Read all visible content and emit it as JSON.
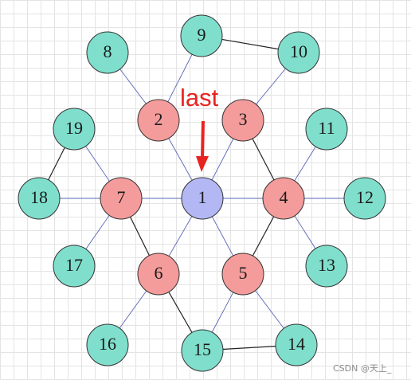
{
  "colors": {
    "center_fill": "#b3b8f5",
    "ring_fill": "#f49b9b",
    "outer_fill": "#7fdfcc",
    "node_stroke": "#333333",
    "blue_edge": "#5a66b8",
    "black_edge": "#222222",
    "annotation": "#e8231f"
  },
  "diagram": {
    "nodes": [
      {
        "id": "1",
        "group": "center"
      },
      {
        "id": "2",
        "group": "ring"
      },
      {
        "id": "3",
        "group": "ring"
      },
      {
        "id": "4",
        "group": "ring"
      },
      {
        "id": "5",
        "group": "ring"
      },
      {
        "id": "6",
        "group": "ring"
      },
      {
        "id": "7",
        "group": "ring"
      },
      {
        "id": "8",
        "group": "outer"
      },
      {
        "id": "9",
        "group": "outer"
      },
      {
        "id": "10",
        "group": "outer"
      },
      {
        "id": "11",
        "group": "outer"
      },
      {
        "id": "12",
        "group": "outer"
      },
      {
        "id": "13",
        "group": "outer"
      },
      {
        "id": "14",
        "group": "outer"
      },
      {
        "id": "15",
        "group": "outer"
      },
      {
        "id": "16",
        "group": "outer"
      },
      {
        "id": "17",
        "group": "outer"
      },
      {
        "id": "18",
        "group": "outer"
      },
      {
        "id": "19",
        "group": "outer"
      }
    ],
    "edges": [
      {
        "from": "1",
        "to": "2",
        "style": "blue"
      },
      {
        "from": "1",
        "to": "3",
        "style": "blue"
      },
      {
        "from": "1",
        "to": "4",
        "style": "blue"
      },
      {
        "from": "1",
        "to": "5",
        "style": "blue"
      },
      {
        "from": "1",
        "to": "6",
        "style": "blue"
      },
      {
        "from": "1",
        "to": "7",
        "style": "blue"
      },
      {
        "from": "2",
        "to": "8",
        "style": "blue"
      },
      {
        "from": "2",
        "to": "9",
        "style": "blue"
      },
      {
        "from": "3",
        "to": "10",
        "style": "blue"
      },
      {
        "from": "4",
        "to": "11",
        "style": "blue"
      },
      {
        "from": "4",
        "to": "12",
        "style": "blue"
      },
      {
        "from": "4",
        "to": "13",
        "style": "blue"
      },
      {
        "from": "5",
        "to": "14",
        "style": "blue"
      },
      {
        "from": "5",
        "to": "15",
        "style": "blue"
      },
      {
        "from": "6",
        "to": "16",
        "style": "blue"
      },
      {
        "from": "7",
        "to": "17",
        "style": "blue"
      },
      {
        "from": "7",
        "to": "18",
        "style": "blue"
      },
      {
        "from": "7",
        "to": "19",
        "style": "blue"
      },
      {
        "from": "9",
        "to": "10",
        "style": "black"
      },
      {
        "from": "18",
        "to": "19",
        "style": "black"
      },
      {
        "from": "14",
        "to": "15",
        "style": "black"
      },
      {
        "from": "3",
        "to": "4",
        "style": "black"
      },
      {
        "from": "4",
        "to": "5",
        "style": "black"
      },
      {
        "from": "6",
        "to": "7",
        "style": "black"
      },
      {
        "from": "6",
        "to": "15",
        "style": "black"
      }
    ],
    "annotation": {
      "text": "last",
      "points_to": "1"
    }
  },
  "watermark": "CSDN @天上_"
}
